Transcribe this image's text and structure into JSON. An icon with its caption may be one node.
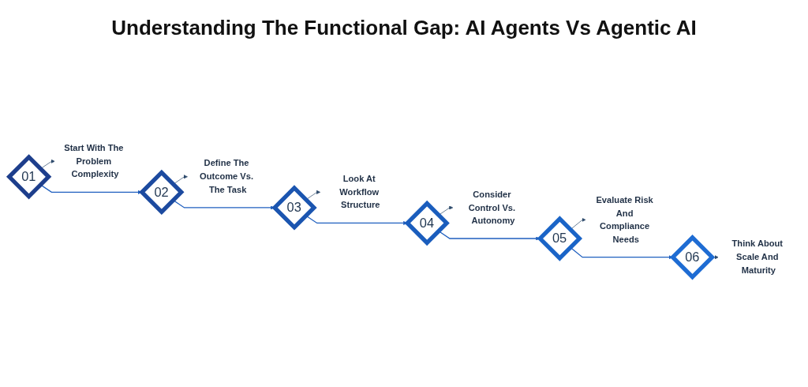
{
  "diagram": {
    "title": "Understanding The Functional Gap: AI Agents Vs Agentic AI",
    "nodes": [
      {
        "text": [
          "01"
        ]
      },
      {
        "text": [
          "02"
        ]
      },
      {
        "text": [
          "03"
        ]
      },
      {
        "text": [
          "04"
        ]
      },
      {
        "text": [
          "05"
        ]
      },
      {
        "text": [
          "06"
        ]
      },
      {
        "text": [
          "Start With The Problem Complexity"
        ]
      },
      {
        "text": [
          "Define The Outcome Vs. The Task"
        ]
      },
      {
        "text": [
          "Look At Workflow Structure"
        ]
      },
      {
        "text": [
          "Consider Control Vs. Autonomy"
        ]
      },
      {
        "text": [
          "Evaluate Risk And Compliance Needs"
        ]
      },
      {
        "text": [
          "Think About Scale And Maturity"
        ]
      }
    ],
    "edges": [
      {
        "from": 0,
        "to": 1,
        "arrow": "to",
        "color": "#1f5fbf"
      },
      {
        "from": 1,
        "to": 2,
        "arrow": "to",
        "color": "#1f5fbf"
      },
      {
        "from": 2,
        "to": 3,
        "arrow": "to",
        "color": "#1f5fbf"
      },
      {
        "from": 3,
        "to": 4,
        "arrow": "to",
        "color": "#1f5fbf"
      },
      {
        "from": 4,
        "to": 5,
        "arrow": "to",
        "color": "#1f5fbf"
      },
      {
        "from": 0,
        "to": 6,
        "arrow": "to"
      },
      {
        "from": 1,
        "to": 7,
        "arrow": "to"
      },
      {
        "from": 2,
        "to": 8,
        "arrow": "to"
      },
      {
        "from": 3,
        "to": 9,
        "arrow": "to"
      },
      {
        "from": 4,
        "to": 10,
        "arrow": "to"
      },
      {
        "from": 5,
        "to": 11,
        "arrow": "to"
      }
    ]
  }
}
